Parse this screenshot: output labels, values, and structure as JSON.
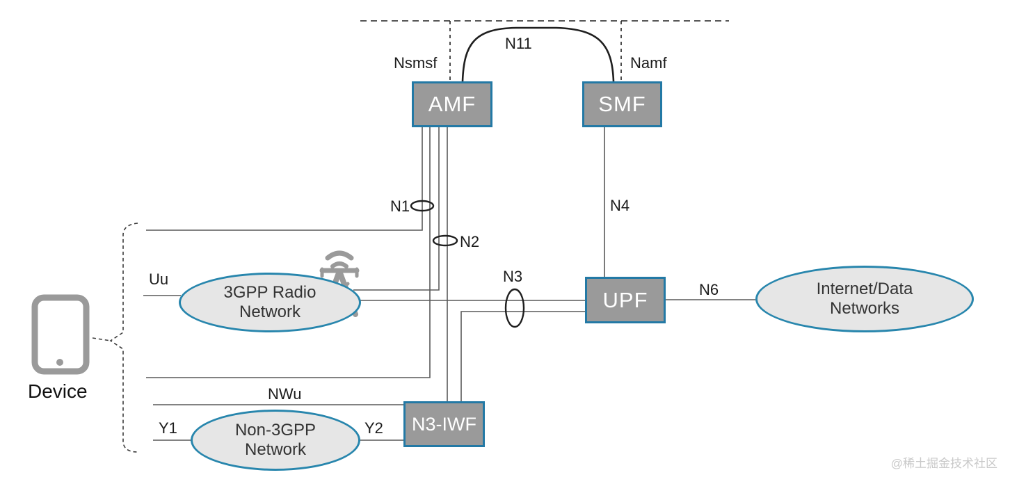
{
  "diagram": {
    "nodes": {
      "amf": "AMF",
      "smf": "SMF",
      "upf": "UPF",
      "n3iwf": "N3-IWF"
    },
    "clouds": {
      "radio3gpp": {
        "line1": "3GPP Radio",
        "line2": "Network"
      },
      "non3gpp": {
        "line1": "Non-3GPP",
        "line2": "Network"
      },
      "internet": {
        "line1": "Internet/Data",
        "line2": "Networks"
      }
    },
    "device_label": "Device",
    "interfaces": {
      "nsmsf": "Nsmsf",
      "namf": "Namf",
      "n11": "N11",
      "n1": "N1",
      "n2": "N2",
      "n3": "N3",
      "n4": "N4",
      "n6": "N6",
      "uu": "Uu",
      "nwu": "NWu",
      "y1": "Y1",
      "y2": "Y2"
    },
    "watermark": "@稀土掘金技术社区",
    "colors": {
      "node_fill": "#9a9a9a",
      "node_border": "#2379a5",
      "cloud_fill": "#e6e6e6",
      "cloud_border": "#2886ad",
      "line": "#595959",
      "dark_line": "#1f1f1f",
      "icon_gray": "#9a9a9a",
      "watermark_color": "#c9c9c9"
    }
  }
}
